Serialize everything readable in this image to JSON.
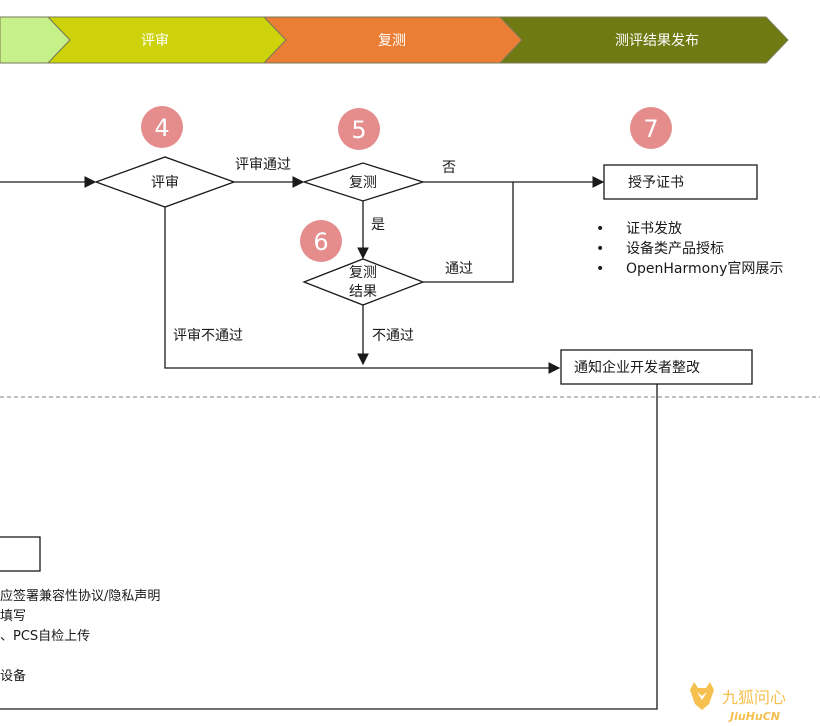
{
  "header": {
    "phases": [
      {
        "label": "",
        "color": "#c6f08a"
      },
      {
        "label": "评审",
        "color": "#cdd20a"
      },
      {
        "label": "复测",
        "color": "#ea7e35"
      },
      {
        "label": "测评结果发布",
        "color": "#6f7a12"
      }
    ]
  },
  "steps": {
    "review": {
      "number": "4",
      "label": "评审"
    },
    "retest": {
      "number": "5",
      "label": "复测"
    },
    "result": {
      "number": "6",
      "label_line1": "复测",
      "label_line2": "结果"
    },
    "cert": {
      "number": "7",
      "label": "授予证书"
    },
    "rectify": {
      "label": "通知企业开发者整改"
    }
  },
  "edges": {
    "review_pass": "评审通过",
    "review_fail": "评审不通过",
    "retest_no": "否",
    "retest_yes": "是",
    "result_pass": "通过",
    "result_fail": "不通过"
  },
  "cert_bullets": [
    "证书发放",
    "设备类产品授标",
    "OpenHarmony官网展示"
  ],
  "left_notes": [
    "应签署兼容性协议/隐私声明",
    "填写",
    "、PCS自检上传",
    "设备"
  ],
  "colors": {
    "badge": "#e58c8c",
    "divider": "#999999"
  },
  "watermark": {
    "cn": "九狐问心",
    "en": "JiuHuCN"
  }
}
